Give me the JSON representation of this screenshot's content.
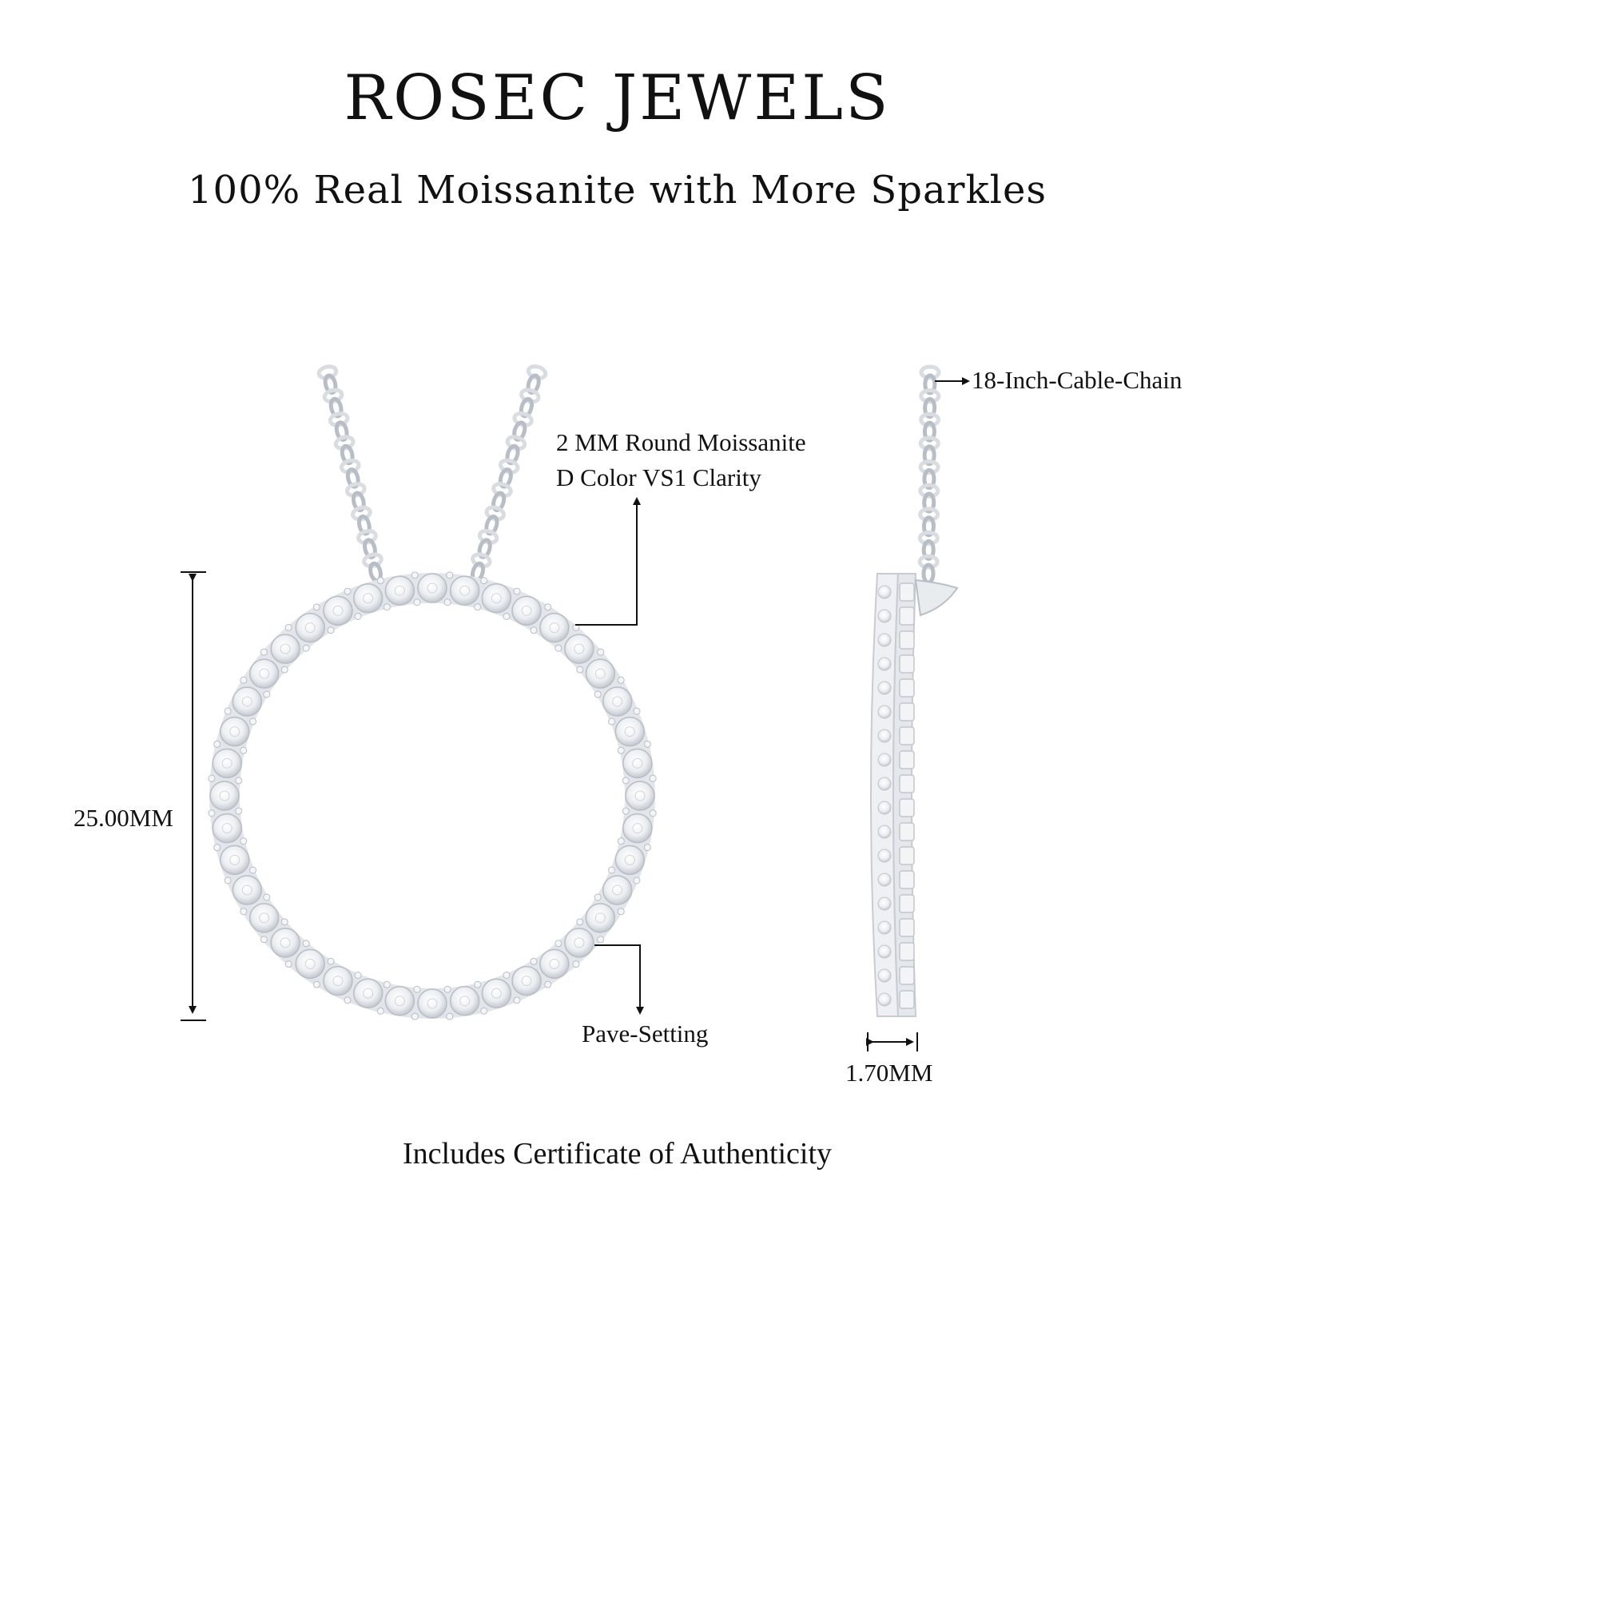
{
  "header": {
    "brand": "ROSEC JEWELS",
    "tagline": "100% Real Moissanite with More Sparkles"
  },
  "specs": {
    "stone_line1": "2 MM Round Moissanite",
    "stone_line2": "D Color VS1 Clarity",
    "chain": "18-Inch-Cable-Chain",
    "height": "25.00MM",
    "setting": "Pave-Setting",
    "width": "1.70MM"
  },
  "footer": {
    "certificate": "Includes Certificate of Authenticity"
  },
  "colors": {
    "metal": "#d9dde2",
    "metal_shadow": "#b8bec6",
    "text": "#111111",
    "background": "#ffffff"
  }
}
